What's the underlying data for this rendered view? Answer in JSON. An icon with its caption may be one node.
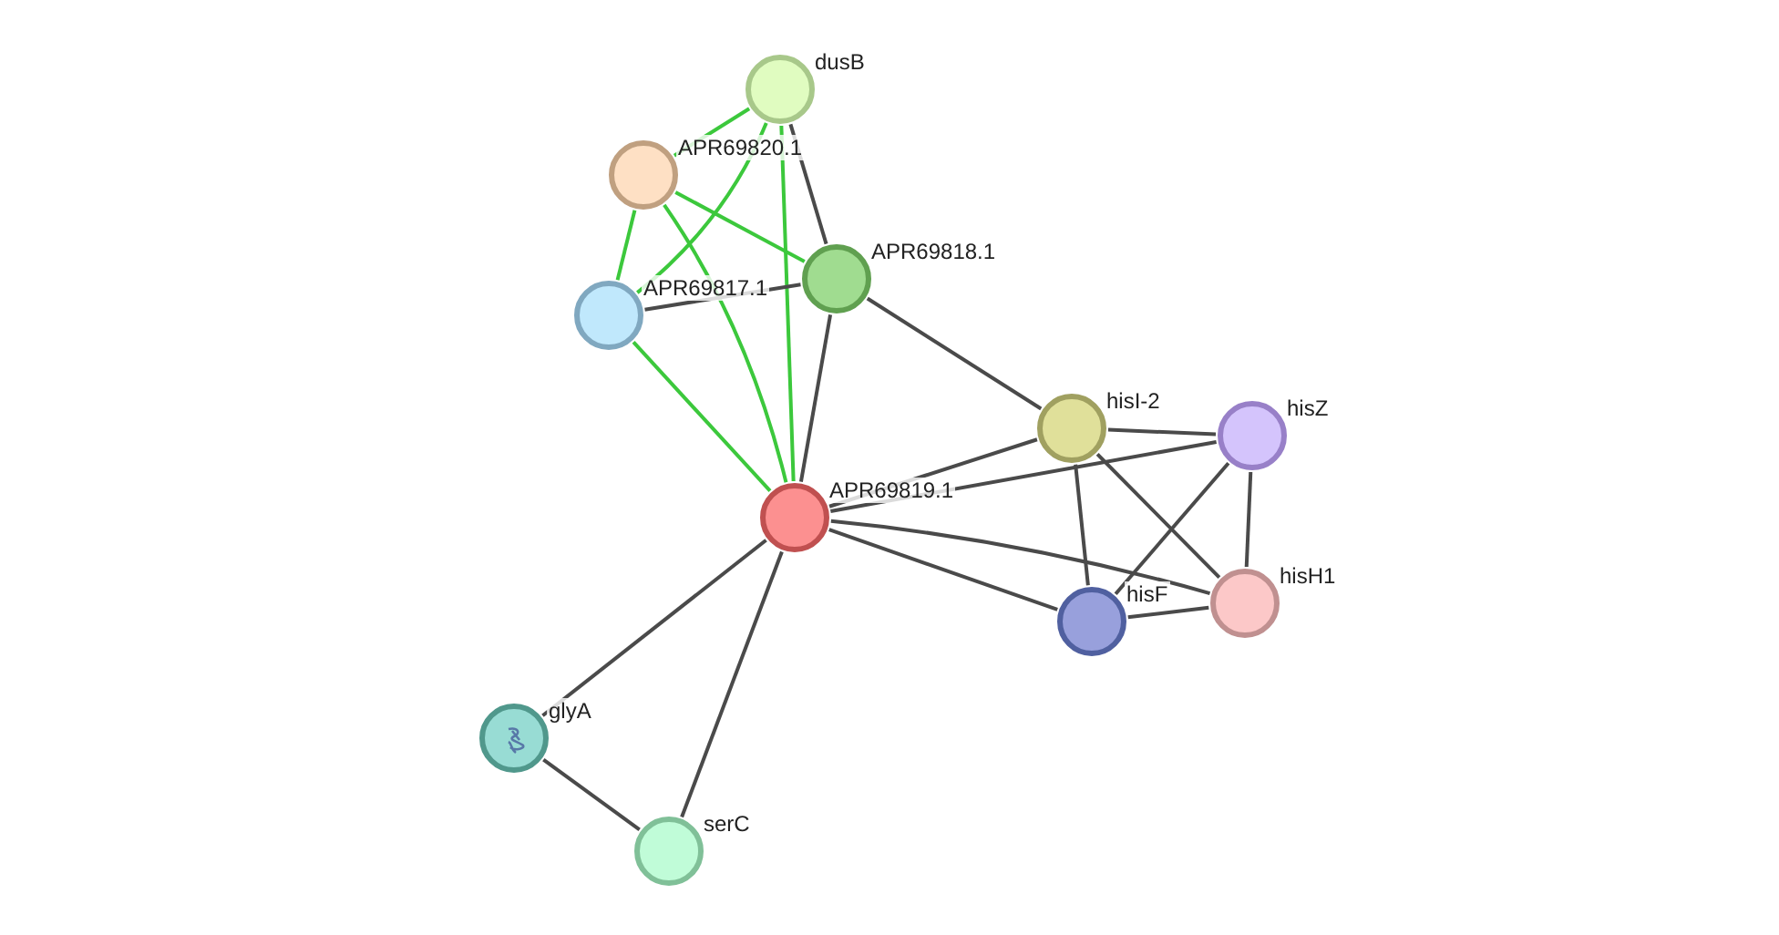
{
  "diagram": {
    "nodes": [
      {
        "text": [],
        "shape": "circle",
        "beside": [
          "dusB"
        ]
      },
      {
        "text": [],
        "shape": "circle",
        "beside": [
          "APR69820.1"
        ]
      },
      {
        "text": [],
        "shape": "circle",
        "beside": [
          "APR69818.1"
        ]
      },
      {
        "text": [],
        "shape": "circle",
        "beside": [
          "APR69817.1"
        ]
      },
      {
        "text": [],
        "shape": "circle",
        "beside": [
          "hisI-2"
        ]
      },
      {
        "text": [],
        "shape": "circle",
        "beside": [
          "hisZ"
        ]
      },
      {
        "text": [],
        "shape": "circle",
        "beside": [
          "APR69819.1"
        ]
      },
      {
        "text": [],
        "shape": "circle",
        "beside": [
          "hisH1"
        ]
      },
      {
        "text": [],
        "shape": "circle",
        "beside": [
          "hisF"
        ]
      },
      {
        "text": [],
        "shape": "circle",
        "beside": [
          "glyA"
        ]
      },
      {
        "text": [],
        "shape": "circle",
        "beside": [
          "serC"
        ]
      }
    ],
    "edges": [
      {
        "from": 0,
        "to": 1,
        "arrow": "none",
        "color": "#3cc83c"
      },
      {
        "from": 0,
        "to": 3,
        "arrow": "none",
        "color": "#3cc83c"
      },
      {
        "from": 0,
        "to": 6,
        "arrow": "none",
        "color": "#3cc83c"
      },
      {
        "from": 0,
        "to": 2,
        "arrow": "none"
      },
      {
        "from": 1,
        "to": 2,
        "arrow": "none",
        "color": "#3cc83c"
      },
      {
        "from": 1,
        "to": 3,
        "arrow": "none",
        "color": "#3cc83c"
      },
      {
        "from": 1,
        "to": 6,
        "arrow": "none",
        "color": "#3cc83c"
      },
      {
        "from": 3,
        "to": 2,
        "arrow": "none"
      },
      {
        "from": 3,
        "to": 6,
        "arrow": "none",
        "color": "#3cc83c"
      },
      {
        "from": 2,
        "to": 6,
        "arrow": "none"
      },
      {
        "from": 2,
        "to": 4,
        "arrow": "none"
      },
      {
        "from": 6,
        "to": 4,
        "arrow": "none"
      },
      {
        "from": 6,
        "to": 5,
        "arrow": "none"
      },
      {
        "from": 6,
        "to": 8,
        "arrow": "none"
      },
      {
        "from": 6,
        "to": 7,
        "arrow": "none"
      },
      {
        "from": 6,
        "to": 9,
        "arrow": "none"
      },
      {
        "from": 6,
        "to": 10,
        "arrow": "none"
      },
      {
        "from": 9,
        "to": 10,
        "arrow": "none"
      },
      {
        "from": 4,
        "to": 5,
        "arrow": "none"
      },
      {
        "from": 4,
        "to": 8,
        "arrow": "none"
      },
      {
        "from": 4,
        "to": 7,
        "arrow": "none"
      },
      {
        "from": 5,
        "to": 8,
        "arrow": "none"
      },
      {
        "from": 5,
        "to": 7,
        "arrow": "none"
      },
      {
        "from": 8,
        "to": 7,
        "arrow": "none"
      }
    ]
  }
}
